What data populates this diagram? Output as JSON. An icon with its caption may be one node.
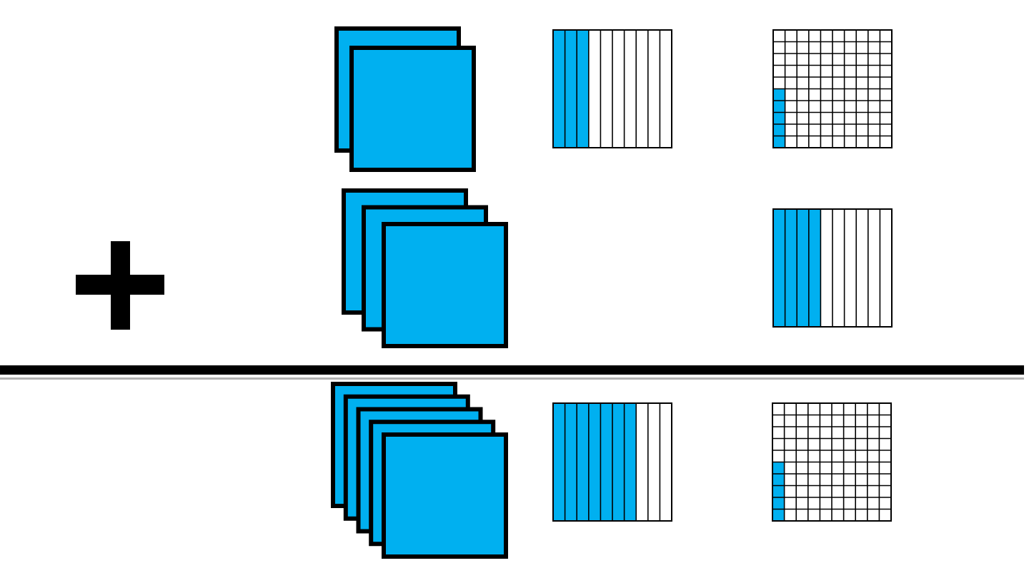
{
  "diagram": {
    "nodes": [
      {
        "text": [],
        "shape": "box"
      },
      {
        "text": [],
        "shape": "picture"
      },
      {
        "text": [],
        "shape": "picture"
      },
      {
        "text": [],
        "shape": "box"
      },
      {
        "text": [],
        "shape": "picture"
      },
      {
        "text": [],
        "shape": "box"
      },
      {
        "text": [],
        "shape": "picture"
      },
      {
        "text": [],
        "shape": "picture"
      }
    ]
  }
}
